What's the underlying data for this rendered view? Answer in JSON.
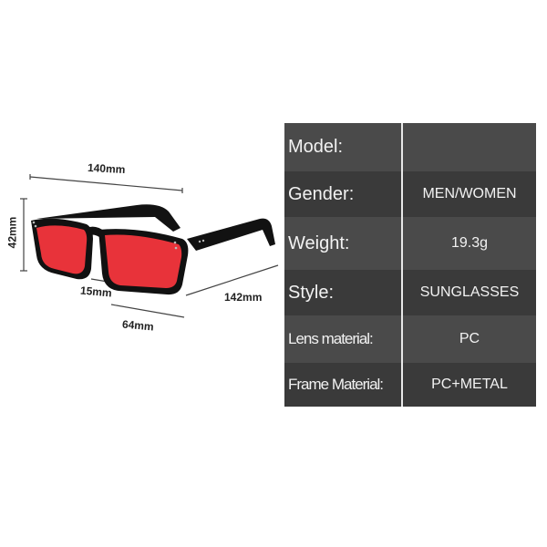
{
  "dimensions": {
    "total_width": "140mm",
    "lens_height": "42mm",
    "bridge": "15mm",
    "temple_length": "142mm",
    "lens_width": "64mm"
  },
  "specs": [
    {
      "label": "Model:",
      "value": ""
    },
    {
      "label": "Gender:",
      "value": "MEN/WOMEN"
    },
    {
      "label": "Weight:",
      "value": "19.3g"
    },
    {
      "label": "Style:",
      "value": "SUNGLASSES"
    },
    {
      "label": "Lens material:",
      "value": "PC"
    },
    {
      "label": "Frame Material:",
      "value": "PC+METAL"
    }
  ],
  "colors": {
    "lens": "#e8333a",
    "frame": "#111111",
    "table_light": "#4a4a4a",
    "table_dark": "#3a3a3a"
  }
}
